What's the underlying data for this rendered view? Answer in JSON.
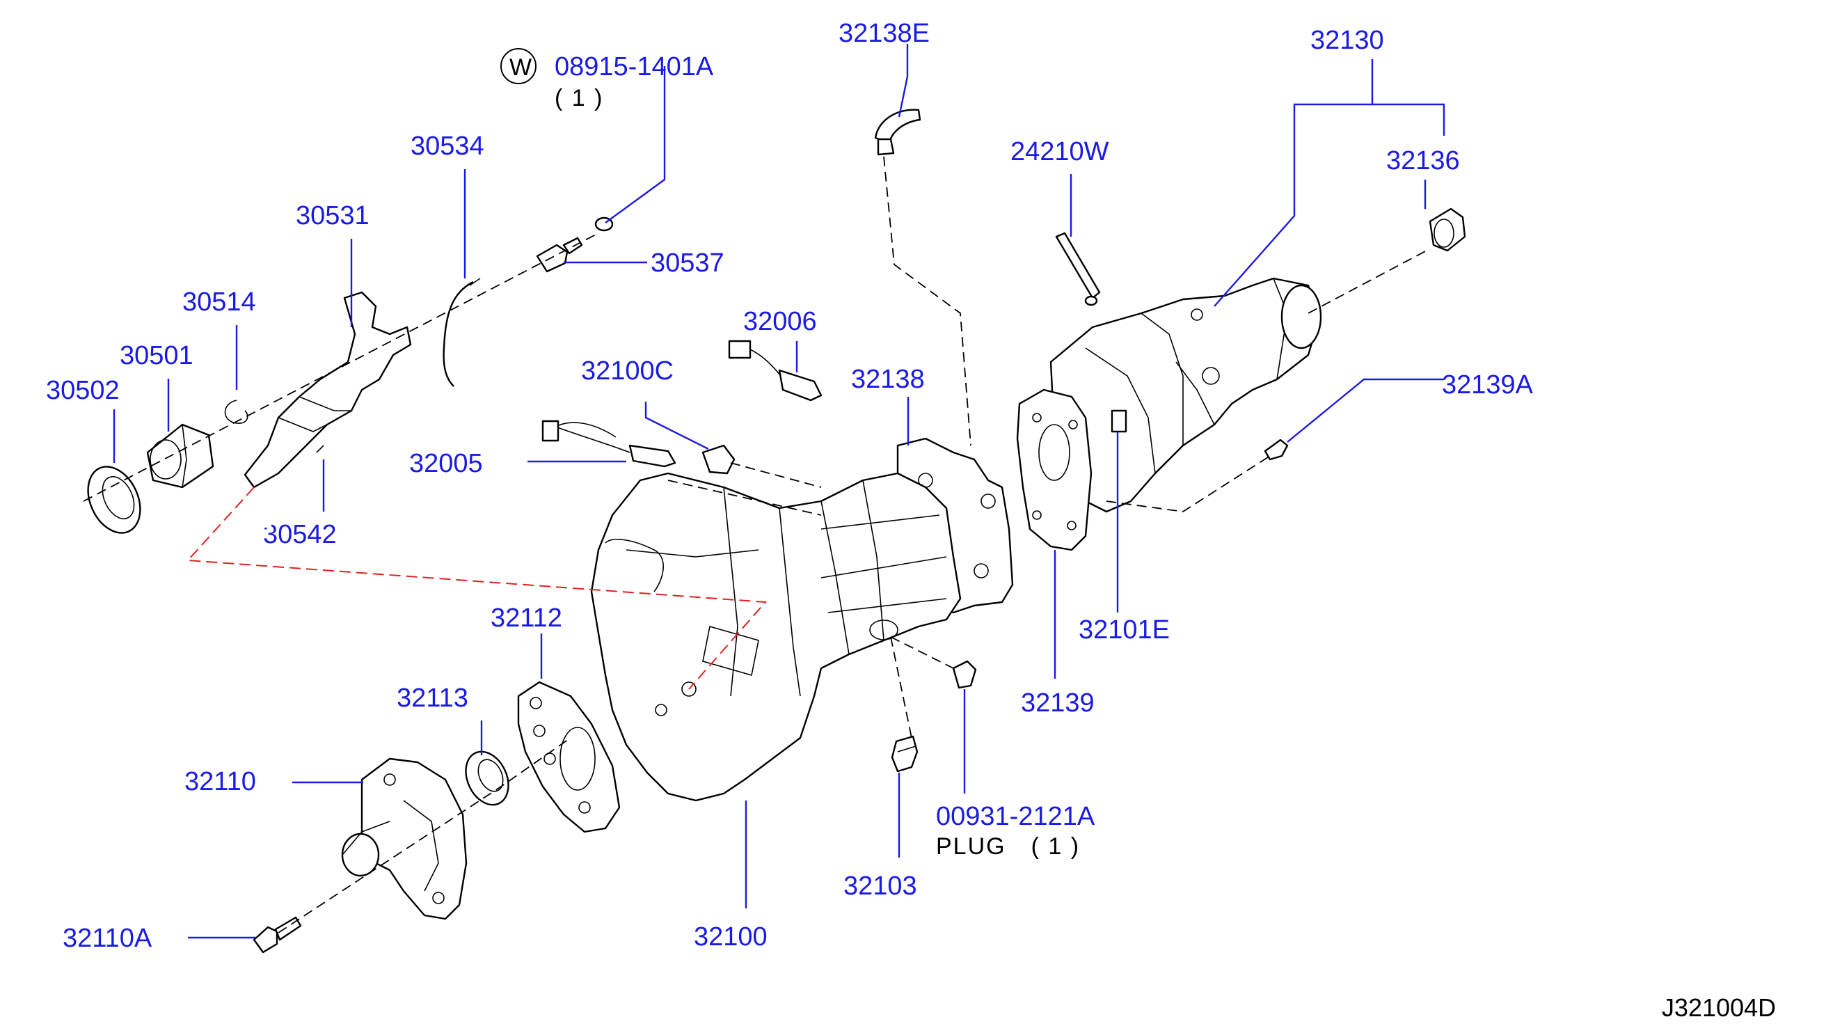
{
  "diagram_code": "J321004D",
  "parts": {
    "p08915": "08915-1401A",
    "p08915_qty": "( 1 )",
    "w_mark": "W",
    "p30534": "30534",
    "p30531": "30531",
    "p30514": "30514",
    "p30501": "30501",
    "p30502": "30502",
    "p30537": "30537",
    "p30542": "30542",
    "p32005": "32005",
    "p32100C": "32100C",
    "p32006": "32006",
    "p32138E": "32138E",
    "p32138": "32138",
    "p24210W": "24210W",
    "p32130": "32130",
    "p32136": "32136",
    "p32139A": "32139A",
    "p32101E": "32101E",
    "p32139": "32139",
    "p32112": "32112",
    "p32113": "32113",
    "p32110": "32110",
    "p32110A": "32110A",
    "p32100": "32100",
    "p32103": "32103",
    "p00931": "00931-2121A",
    "p00931_note": "PLUG　( 1 )"
  }
}
